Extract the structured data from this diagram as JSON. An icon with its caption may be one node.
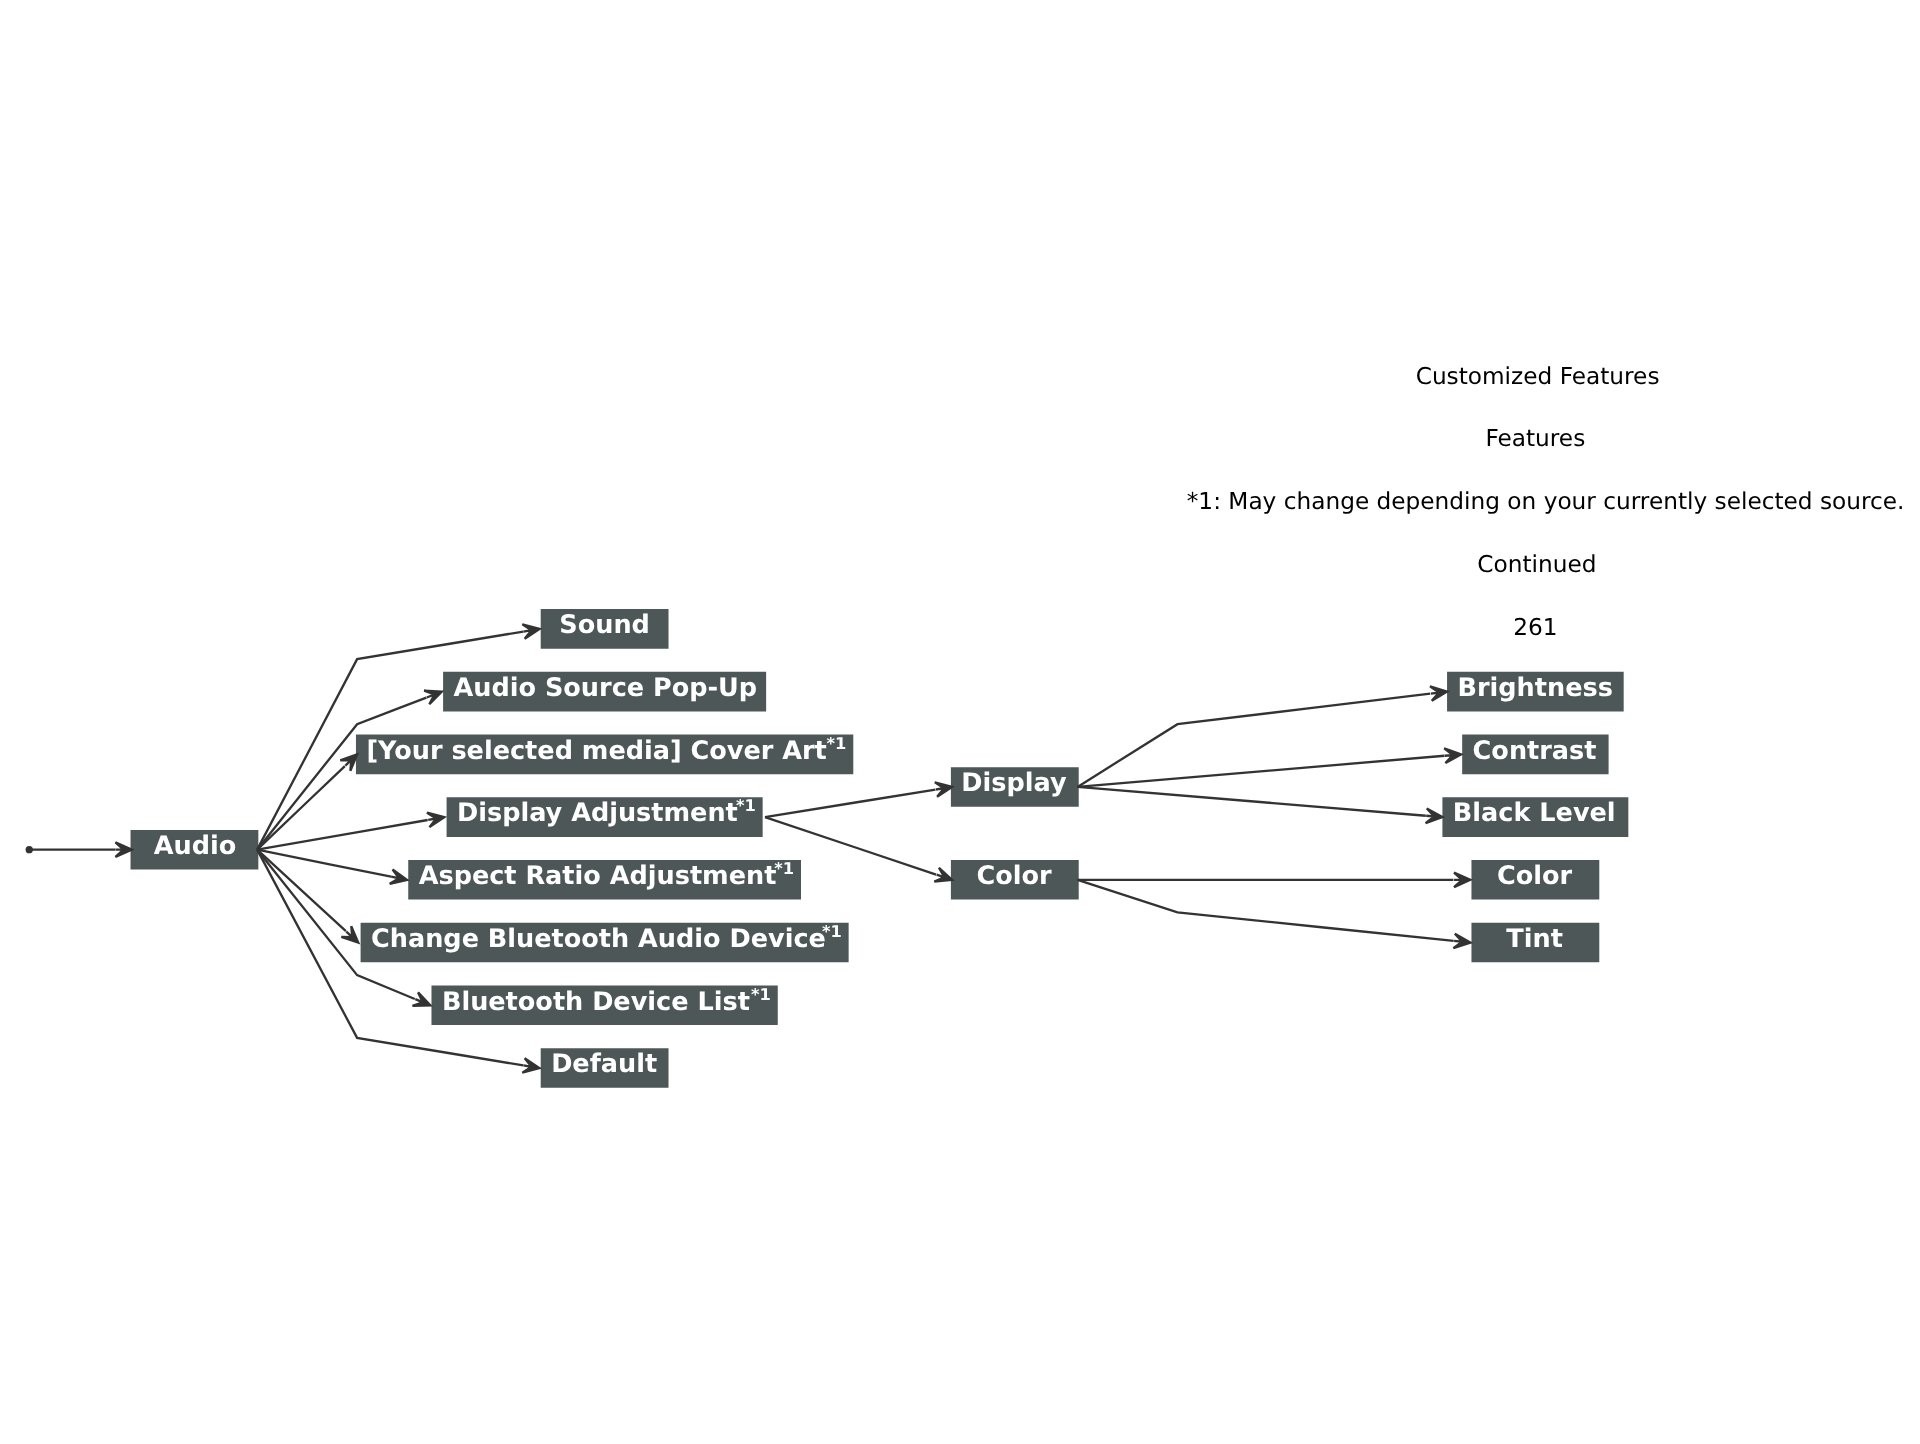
{
  "diagram": {
    "nodes": [
      {
        "text": [
          "Audio"
        ]
      },
      {
        "text": [
          "Sound"
        ]
      },
      {
        "text": [
          "Audio Source Pop-Up"
        ]
      },
      {
        "text": [
          "[Your selected media] Cover Art$^{*1}$"
        ]
      },
      {
        "text": [
          "Display Adjustment$^{*1}$"
        ]
      },
      {
        "text": [
          "Display"
        ]
      },
      {
        "text": [
          "Brightness"
        ]
      },
      {
        "text": [
          "Contrast"
        ]
      },
      {
        "text": [
          "Black Level"
        ]
      },
      {
        "text": [
          "Color"
        ]
      },
      {
        "text": [
          "Color"
        ]
      },
      {
        "text": [
          "Tint"
        ]
      },
      {
        "text": [
          "Aspect Ratio Adjustment$^{*1}$"
        ]
      },
      {
        "text": [
          "Change Bluetooth Audio Device$^{*1}$"
        ]
      },
      {
        "text": [
          "Bluetooth Device List$^{*1}$"
        ]
      },
      {
        "text": [
          "Default"
        ]
      }
    ],
    "edges": [
      {
        "from": null,
        "to": 0,
        "arrow": "to"
      },
      {
        "from": 0,
        "to": 1,
        "arrow": "to"
      },
      {
        "from": 0,
        "to": 2,
        "arrow": "to"
      },
      {
        "from": 0,
        "to": 3,
        "arrow": "to"
      },
      {
        "from": 0,
        "to": 4,
        "arrow": "to"
      },
      {
        "from": 4,
        "to": 5,
        "arrow": "to"
      },
      {
        "from": 5,
        "to": 6,
        "arrow": "to"
      },
      {
        "from": 5,
        "to": 7,
        "arrow": "to"
      },
      {
        "from": 5,
        "to": 8,
        "arrow": "to"
      },
      {
        "from": 4,
        "to": 9,
        "arrow": "to"
      },
      {
        "from": 9,
        "to": 10,
        "arrow": "to"
      },
      {
        "from": 9,
        "to": 11,
        "arrow": "to"
      },
      {
        "from": 0,
        "to": 12,
        "arrow": "to"
      },
      {
        "from": 0,
        "to": 13,
        "arrow": "to"
      },
      {
        "from": 0,
        "to": 14,
        "arrow": "to"
      },
      {
        "from": 0,
        "to": 15,
        "arrow": "to"
      }
    ],
    "labels": [
      "Customized Features",
      "Features",
      "*1: May change depending on your currently selected source.",
      "Continued",
      "261"
    ]
  }
}
